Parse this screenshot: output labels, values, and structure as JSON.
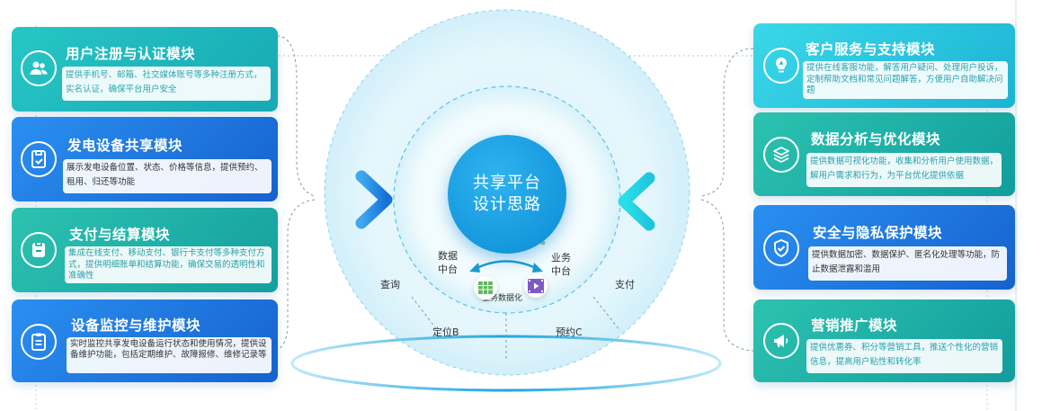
{
  "center": {
    "title_line1": "共享平台",
    "title_line2": "设计思路",
    "labels": {
      "data_mid_l1": "数据",
      "data_mid_l2": "中台",
      "biz_mid_l1": "业务",
      "biz_mid_l2": "中台",
      "query": "查询",
      "pay": "支付",
      "locate": "定位B",
      "reserve": "预约C",
      "biz_digital": "业务数据化"
    }
  },
  "left_modules": [
    {
      "title": "用户注册与认证模块",
      "desc": "提供手机号、邮箱、社交媒体账号等多种注册方式，实名认证，确保平台用户安全",
      "icon": "users-icon"
    },
    {
      "title": "发电设备共享模块",
      "desc": "展示发电设备位置、状态、价格等信息，提供预约、租用、归还等功能",
      "icon": "device-check-icon"
    },
    {
      "title": "支付与结算模块",
      "desc": "集成在线支付、移动支付、银行卡支付等多种支付方式，提供明细账单和结算功能，确保交易的透明性和准确性",
      "icon": "wallet-icon"
    },
    {
      "title": "设备监控与维护模块",
      "desc": "实时监控共享发电设备运行状态和使用情况，提供设备维护功能，包括定期维护、故障报修、维修记录等",
      "icon": "clipboard-icon"
    }
  ],
  "right_modules": [
    {
      "title": "客户服务与支持模块",
      "desc": "提供在线客服功能，解答用户疑问、处理用户投诉，定制帮助文档和常见问题解答，方便用户自助解决问题",
      "icon": "lightbulb-icon"
    },
    {
      "title": "数据分析与优化模块",
      "desc": "提供数据可视化功能，收集和分析用户使用数据，解用户需求和行为，为平台优化提供依据",
      "icon": "layers-icon"
    },
    {
      "title": "安全与隐私保护模块",
      "desc": "提供数据加密、数据保护、匿名化处理等功能，防止数据泄露和滥用",
      "icon": "shield-icon"
    },
    {
      "title": "营销推广模块",
      "desc": "提供优惠券、积分等营销工具，推送个性化的营销信息，提高用户粘性和转化率",
      "icon": "megaphone-icon"
    }
  ],
  "colors": {
    "teal": "#1fb9b9",
    "blue": "#1a7ee0",
    "cyan": "#32d6e6",
    "hub": "#1598dd"
  }
}
